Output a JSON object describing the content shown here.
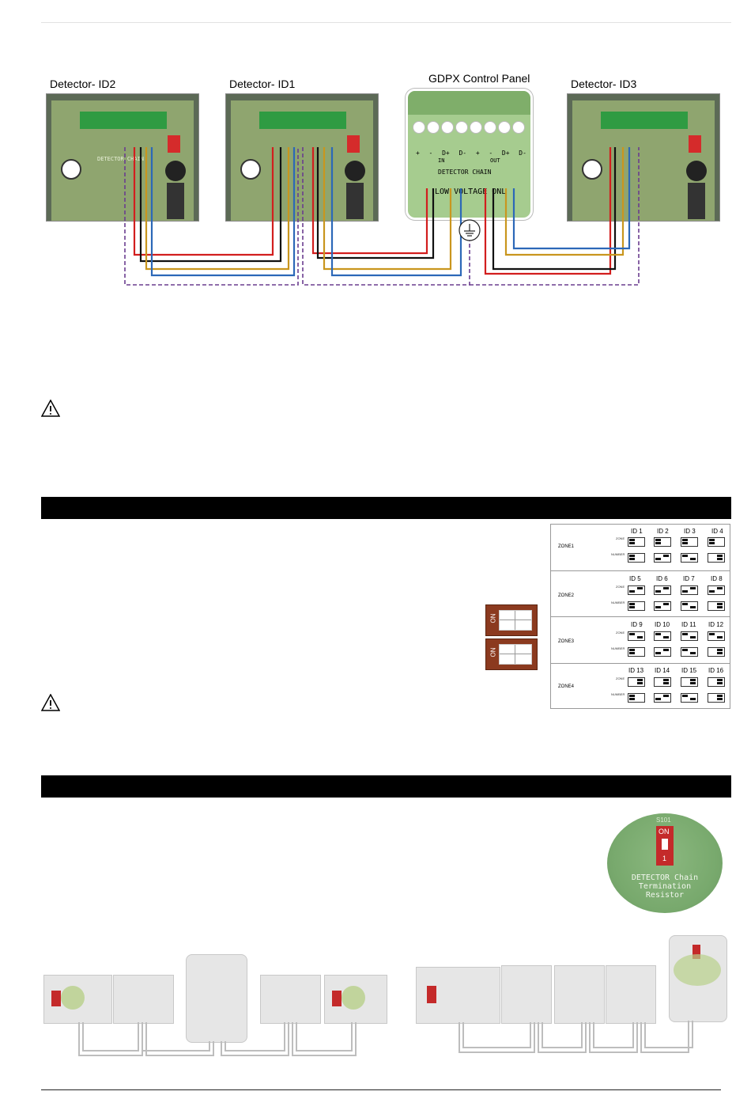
{
  "diagram": {
    "labels": {
      "detector_id2": "Detector- ID2",
      "detector_id1": "Detector- ID1",
      "control_panel": "GDPX Control Panel",
      "detector_id3": "Detector- ID3"
    },
    "panel_terminals": [
      "+",
      "-",
      "D+",
      "D-",
      "+",
      "-",
      "D+",
      "D-"
    ],
    "panel_in": "IN",
    "panel_out": "OUT",
    "panel_chain": "DETECTOR CHAIN",
    "panel_footer": "LOW VOLTAGE ONL",
    "board_chain": "DETECTOR CHAIN",
    "wire_colors": {
      "red": "#d21e1e",
      "black": "#111111",
      "gold": "#c9961e",
      "blue": "#2c68b8",
      "purple": "#6a3d8f"
    }
  },
  "zone_table": {
    "zones": [
      {
        "name": "ZONE1",
        "ids": [
          "ID 1",
          "ID 2",
          "ID 3",
          "ID 4"
        ]
      },
      {
        "name": "ZONE2",
        "ids": [
          "ID 5",
          "ID 6",
          "ID 7",
          "ID 8"
        ]
      },
      {
        "name": "ZONE3",
        "ids": [
          "ID 9",
          "ID 10",
          "ID 11",
          "ID 12"
        ]
      },
      {
        "name": "ZONE4",
        "ids": [
          "ID 13",
          "ID 14",
          "ID 15",
          "ID 16"
        ]
      }
    ],
    "row_label_zone": "ZONE",
    "row_label_number": "NUMBER"
  },
  "dip": {
    "on_label": "ON"
  },
  "termination_zoom": {
    "switch_ref": "S101",
    "on": "ON",
    "num": "1",
    "line1": "DETECTOR Chain",
    "line2": "Termination",
    "line3": "Resistor"
  }
}
